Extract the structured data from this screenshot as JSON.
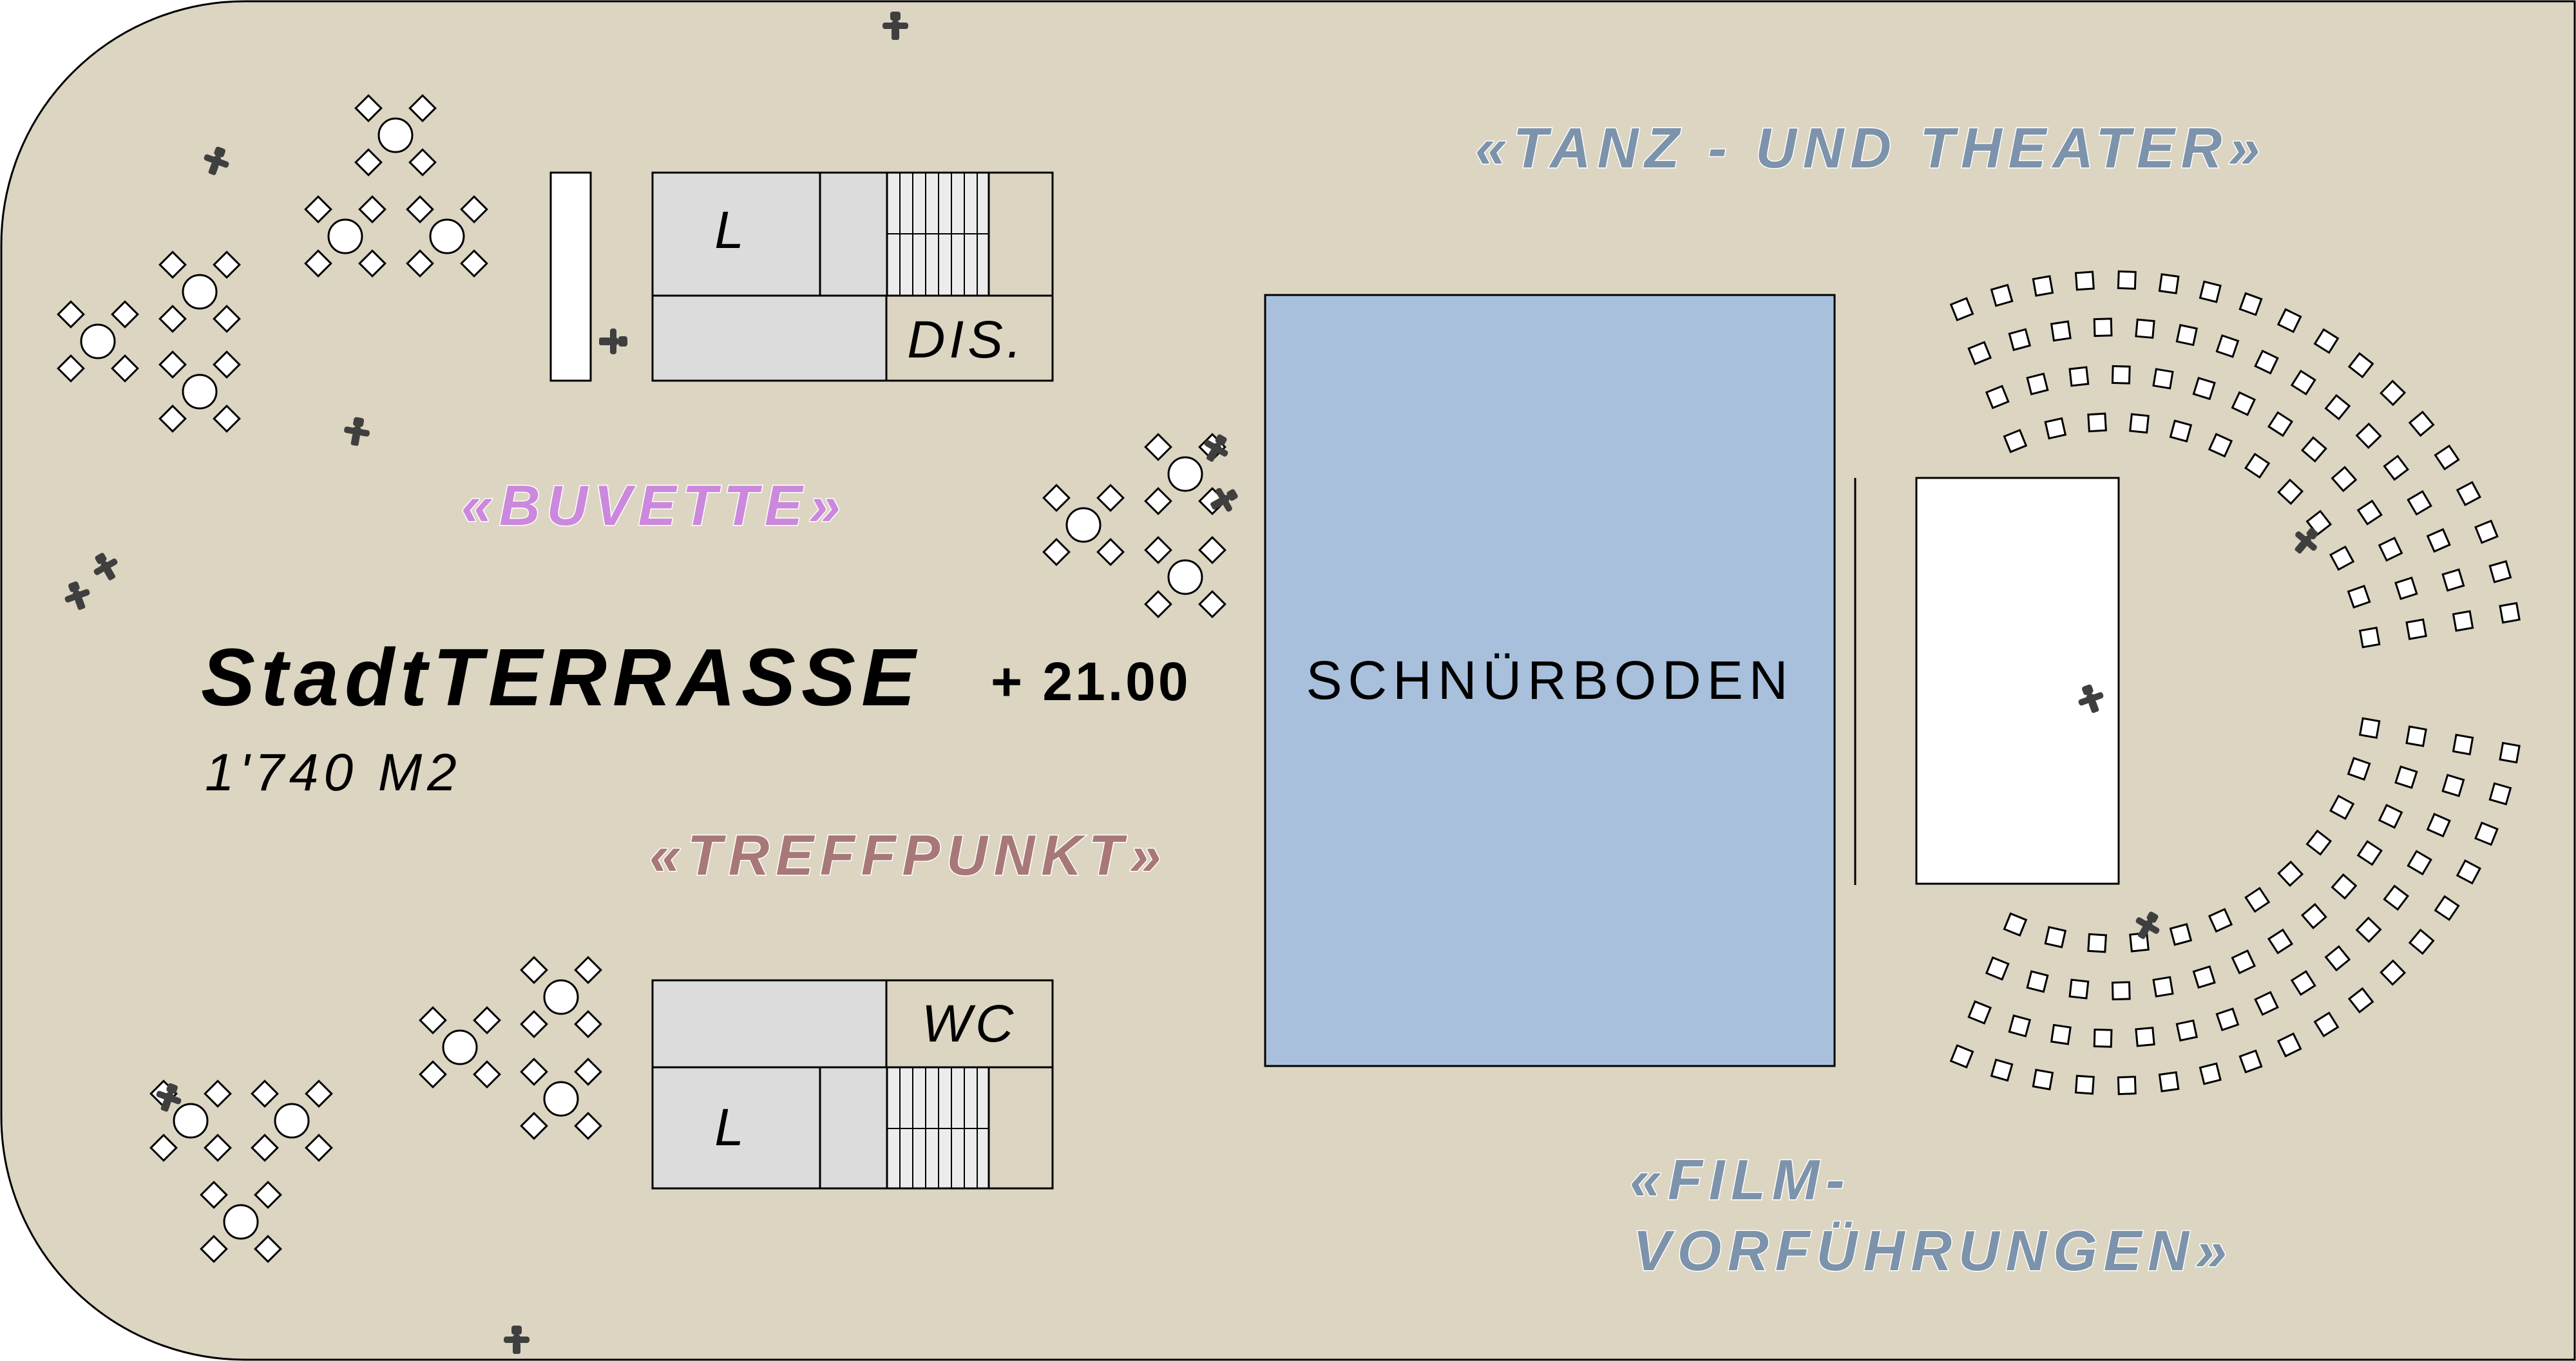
{
  "title": {
    "name": "StadtTERRASSE",
    "area": "1'740 M2",
    "elevation": "+ 21.00"
  },
  "zones": {
    "buvette": "«BUVETTE»",
    "treffpunkt": "«TREFFPUNKT»",
    "tanz_theater": "«TANZ - UND THEATER»",
    "film_line1": "«FILM-",
    "film_line2": "VORFÜHRUNGEN»"
  },
  "rooms": {
    "schnurboden": "SCHNÜRBODEN",
    "lift_top": "L",
    "dis": "DIS.",
    "wc": "WC",
    "lift_bottom": "L"
  },
  "colors": {
    "floor": "#dcd5c1",
    "stage_fly": "#a8c0dc",
    "service": "#dcdcdc",
    "stairs": "#ececec",
    "buvette": "#cc88dd",
    "treffpunkt": "#a87878",
    "screen_events": "#7c93ab",
    "people": "#3f3f3f"
  }
}
